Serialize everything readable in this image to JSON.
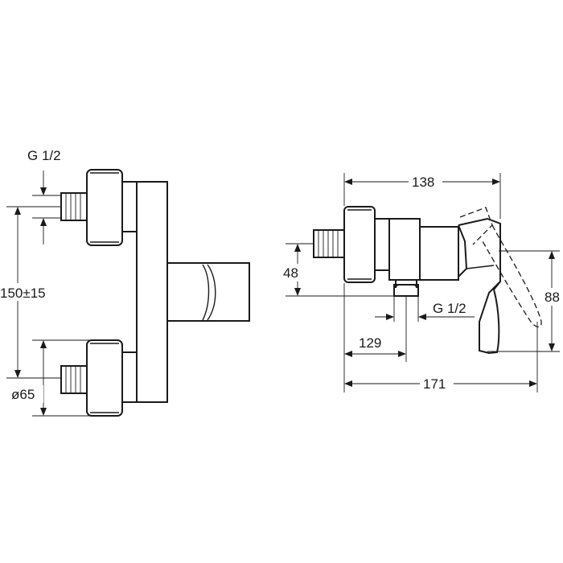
{
  "dimensions": {
    "left_thread": "G 1/2",
    "left_centers": "150±15",
    "left_diameter": "ø65",
    "right_width": "138",
    "right_height": "48",
    "right_outlet_thread": "G 1/2",
    "right_outlet_depth": "129",
    "right_total_depth": "171",
    "right_lever_height": "88"
  }
}
